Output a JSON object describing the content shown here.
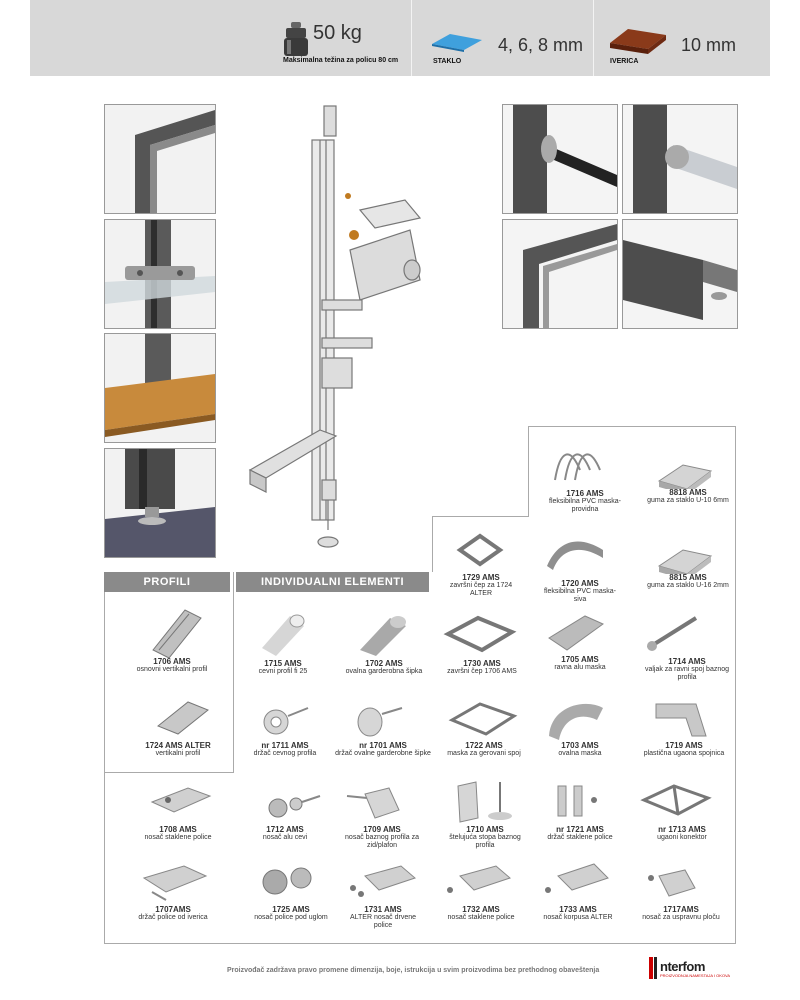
{
  "header": {
    "weight_value": "50 kg",
    "weight_caption": "Maksimalna težina za policu 80 cm",
    "glass_value": "4, 6, 8 mm",
    "glass_caption": "STAKLO",
    "ply_value": "10 mm",
    "ply_caption": "IVERICA"
  },
  "tabs": {
    "profili": "PROFILI",
    "elementi": "INDIVIDUALNI ELEMENTI"
  },
  "items": [
    {
      "code": "1716 AMS",
      "desc": "fleksibilna PVC maska-providna"
    },
    {
      "code": "8818 AMS",
      "desc": "guma za staklo U-10 6mm"
    },
    {
      "code": "1729 AMS",
      "desc": "završni čep za 1724 ALTER"
    },
    {
      "code": "1720 AMS",
      "desc": "fleksibilna PVC maska-siva"
    },
    {
      "code": "8815 AMS",
      "desc": "guma za staklo U-16 2mm"
    },
    {
      "code": "1706 AMS",
      "desc": "osnovni vertikalni profil"
    },
    {
      "code": "1715 AMS",
      "desc": "cevni profil fi 25"
    },
    {
      "code": "1702 AMS",
      "desc": "ovalna garderobna šipka"
    },
    {
      "code": "1730 AMS",
      "desc": "završni čep 1706 AMS"
    },
    {
      "code": "1705 AMS",
      "desc": "ravna alu maska"
    },
    {
      "code": "1714 AMS",
      "desc": "valjak za ravni spoj baznog profila"
    },
    {
      "code": "1724 AMS ALTER",
      "desc": "vertikalni profil"
    },
    {
      "code": "nr 1711 AMS",
      "desc": "držač cevnog profila"
    },
    {
      "code": "nr 1701 AMS",
      "desc": "držač ovalne garderobne šipke"
    },
    {
      "code": "1722 AMS",
      "desc": "maska za gerovani spoj"
    },
    {
      "code": "1703 AMS",
      "desc": "ovalna maska"
    },
    {
      "code": "1719 AMS",
      "desc": "plastična ugaona spojnica"
    },
    {
      "code": "1708 AMS",
      "desc": "nosač staklene police"
    },
    {
      "code": "1712 AMS",
      "desc": "nosač alu cevi"
    },
    {
      "code": "1709 AMS",
      "desc": "nosač baznog profila za zid/plafon"
    },
    {
      "code": "1710 AMS",
      "desc": "štelujuća stopa baznog profila"
    },
    {
      "code": "nr 1721 AMS",
      "desc": "držač staklene police"
    },
    {
      "code": "nr 1713 AMS",
      "desc": "ugaoni konektor"
    },
    {
      "code": "1707AMS",
      "desc": "držač police od iverica"
    },
    {
      "code": "1725 AMS",
      "desc": "nosač police pod uglom"
    },
    {
      "code": "1731 AMS",
      "desc": "ALTER nosač drvene police"
    },
    {
      "code": "1732 AMS",
      "desc": "nosač staklene police"
    },
    {
      "code": "1733 AMS",
      "desc": "nosač korpusa ALTER"
    },
    {
      "code": "1717AMS",
      "desc": "nosač za uspravnu ploču"
    }
  ],
  "footer": {
    "notice": "Proizvođač zadržava pravo promene dimenzija, boje, istrukcija u svim proizvodima bez prethodnog obaveštenja",
    "logo_word": "nterfom",
    "logo_sub": "PROIZVODNJA NAMESTAJA I OKOVA"
  },
  "colors": {
    "header_bg": "#d8d8d8",
    "tab_bg": "#8a8a8a",
    "frame": "#aaaaaa",
    "logo_red": "#cc0000"
  }
}
